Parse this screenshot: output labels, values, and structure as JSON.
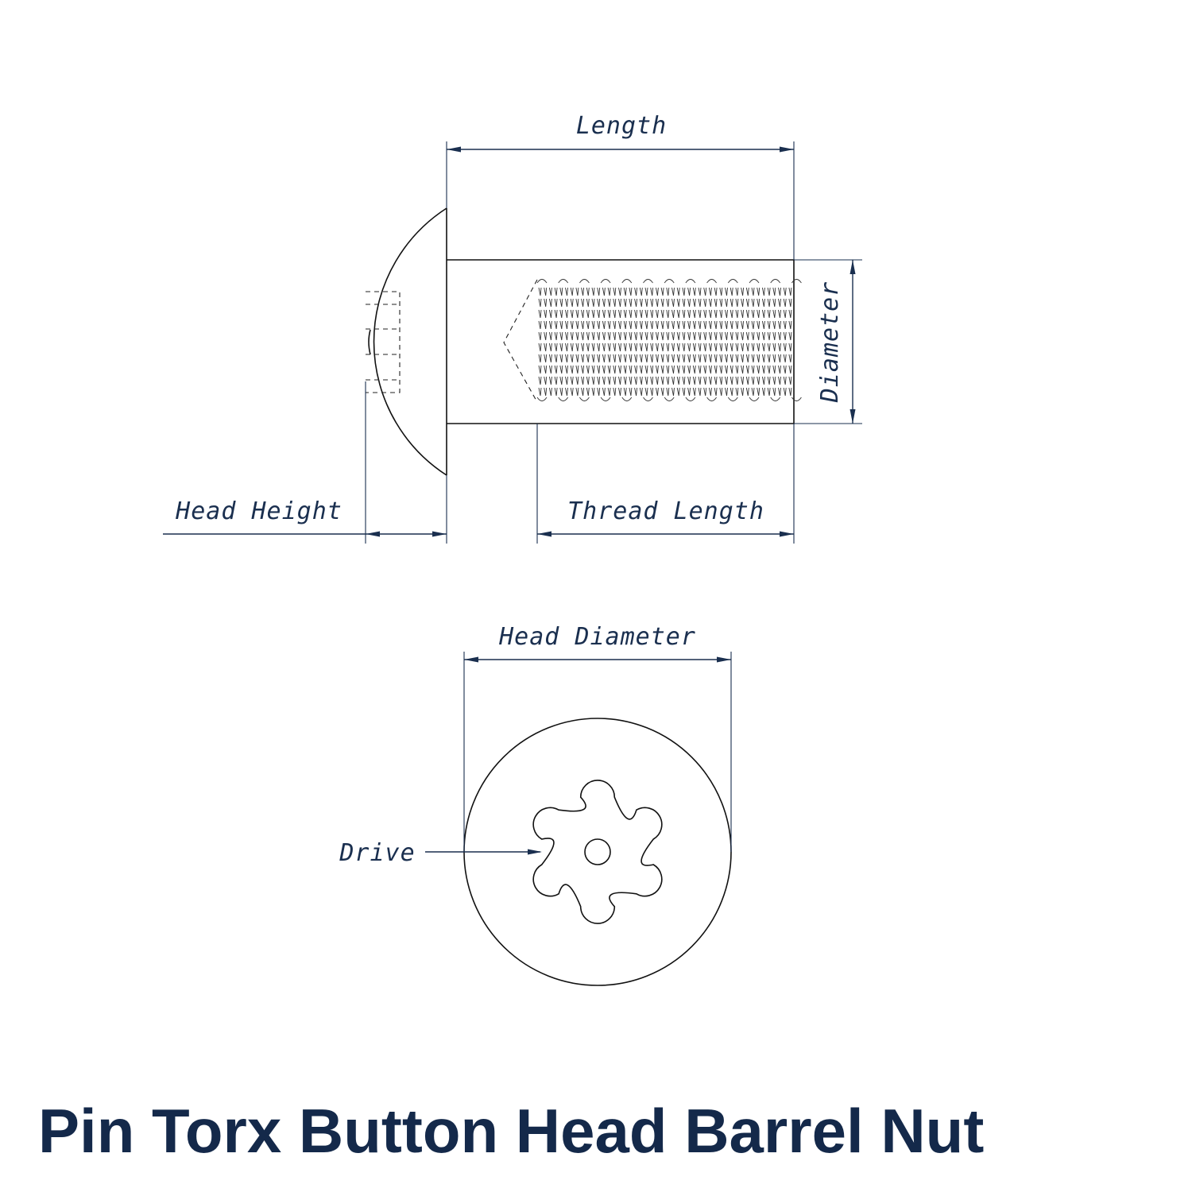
{
  "title": "Pin Torx Button Head Barrel Nut",
  "labels": {
    "length": "Length",
    "diameter": "Diameter",
    "head_height": "Head Height",
    "thread_length": "Thread Length",
    "head_diameter": "Head Diameter",
    "drive": "Drive"
  },
  "colors": {
    "annotation": "#1a2f4f",
    "outline": "#111111",
    "title": "#14294a"
  }
}
